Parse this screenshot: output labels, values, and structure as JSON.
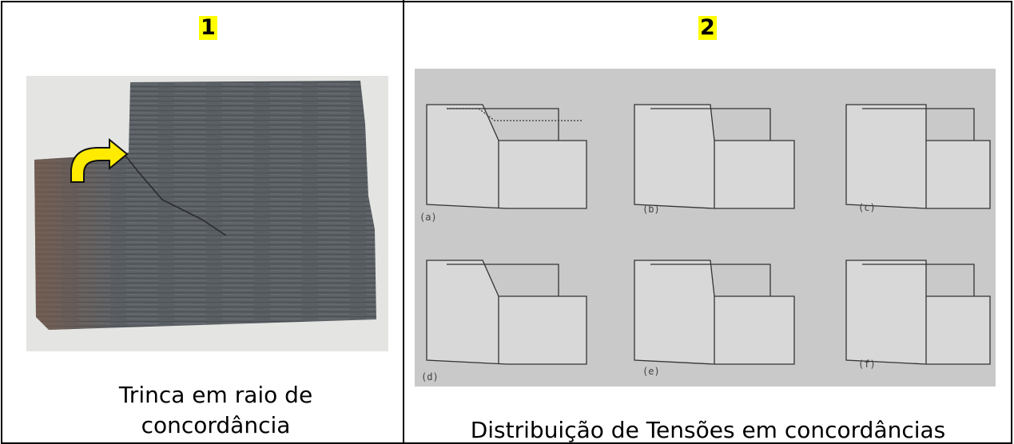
{
  "panels": [
    {
      "number": "1",
      "caption_line1": "Trinca em raio de",
      "caption_line2": "concordância"
    },
    {
      "number": "2",
      "caption": "Distribuição de Tensões em concordâncias",
      "figure_labels": [
        "(a)",
        "(b)",
        "(c)",
        "(d)",
        "(e)",
        "(f)"
      ]
    }
  ],
  "colors": {
    "highlight": "#ffff00",
    "arrow": "#ffeb00",
    "metal": "#595e63",
    "paper": "#c9c9c9"
  }
}
